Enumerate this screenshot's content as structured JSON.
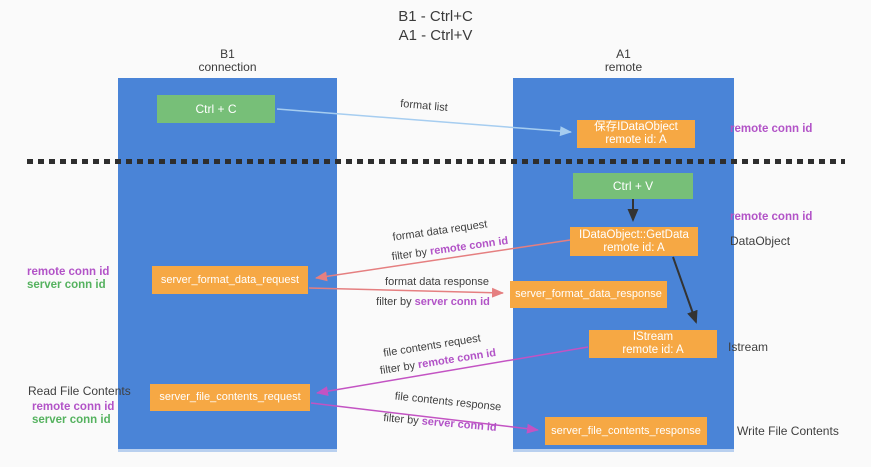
{
  "title": {
    "line1": "B1 - Ctrl+C",
    "line2": "A1 - Ctrl+V"
  },
  "columns": {
    "left": {
      "name": "B1",
      "role": "connection"
    },
    "right": {
      "name": "A1",
      "role": "remote"
    }
  },
  "nodes": {
    "ctrl_c": {
      "label": "Ctrl + C"
    },
    "saved_dataobject": {
      "line1": "保存IDataObject",
      "line2": "remote id: A"
    },
    "ctrl_v": {
      "label": "Ctrl + V"
    },
    "getdata": {
      "line1": "IDataObject::GetData",
      "line2": "remote id: A"
    },
    "format_request": {
      "label": "server_format_data_request"
    },
    "format_response": {
      "label": "server_format_data_response"
    },
    "istream": {
      "line1": "IStream",
      "line2": "remote id: A"
    },
    "file_request": {
      "label": "server_file_contents_request"
    },
    "file_response": {
      "label": "server_file_contents_response"
    }
  },
  "arrow_labels": {
    "format_list": "format list",
    "format_data_request": "format data request",
    "format_data_response": "format data response",
    "file_contents_request": "file contents request",
    "file_contents_response": "file contents response",
    "filter_by": "filter by ",
    "remote_conn_id": "remote conn id",
    "server_conn_id": "server conn id"
  },
  "side_labels": {
    "remote_conn_id": "remote conn id",
    "server_conn_id": "server conn id",
    "dataobject": "DataObject",
    "istream": "Istream",
    "read_file_contents": "Read File Contents",
    "write_file_contents": "Write File Contents"
  },
  "colors": {
    "column_blue": "#4a84d7",
    "node_orange": "#f6a844",
    "node_green": "#77bf78",
    "arrow_salmon": "#e57f80",
    "arrow_magenta": "#c353c3",
    "arrow_lightblue": "#a6cdf0",
    "text_purple": "#b253c7",
    "text_green": "#55b25f"
  }
}
